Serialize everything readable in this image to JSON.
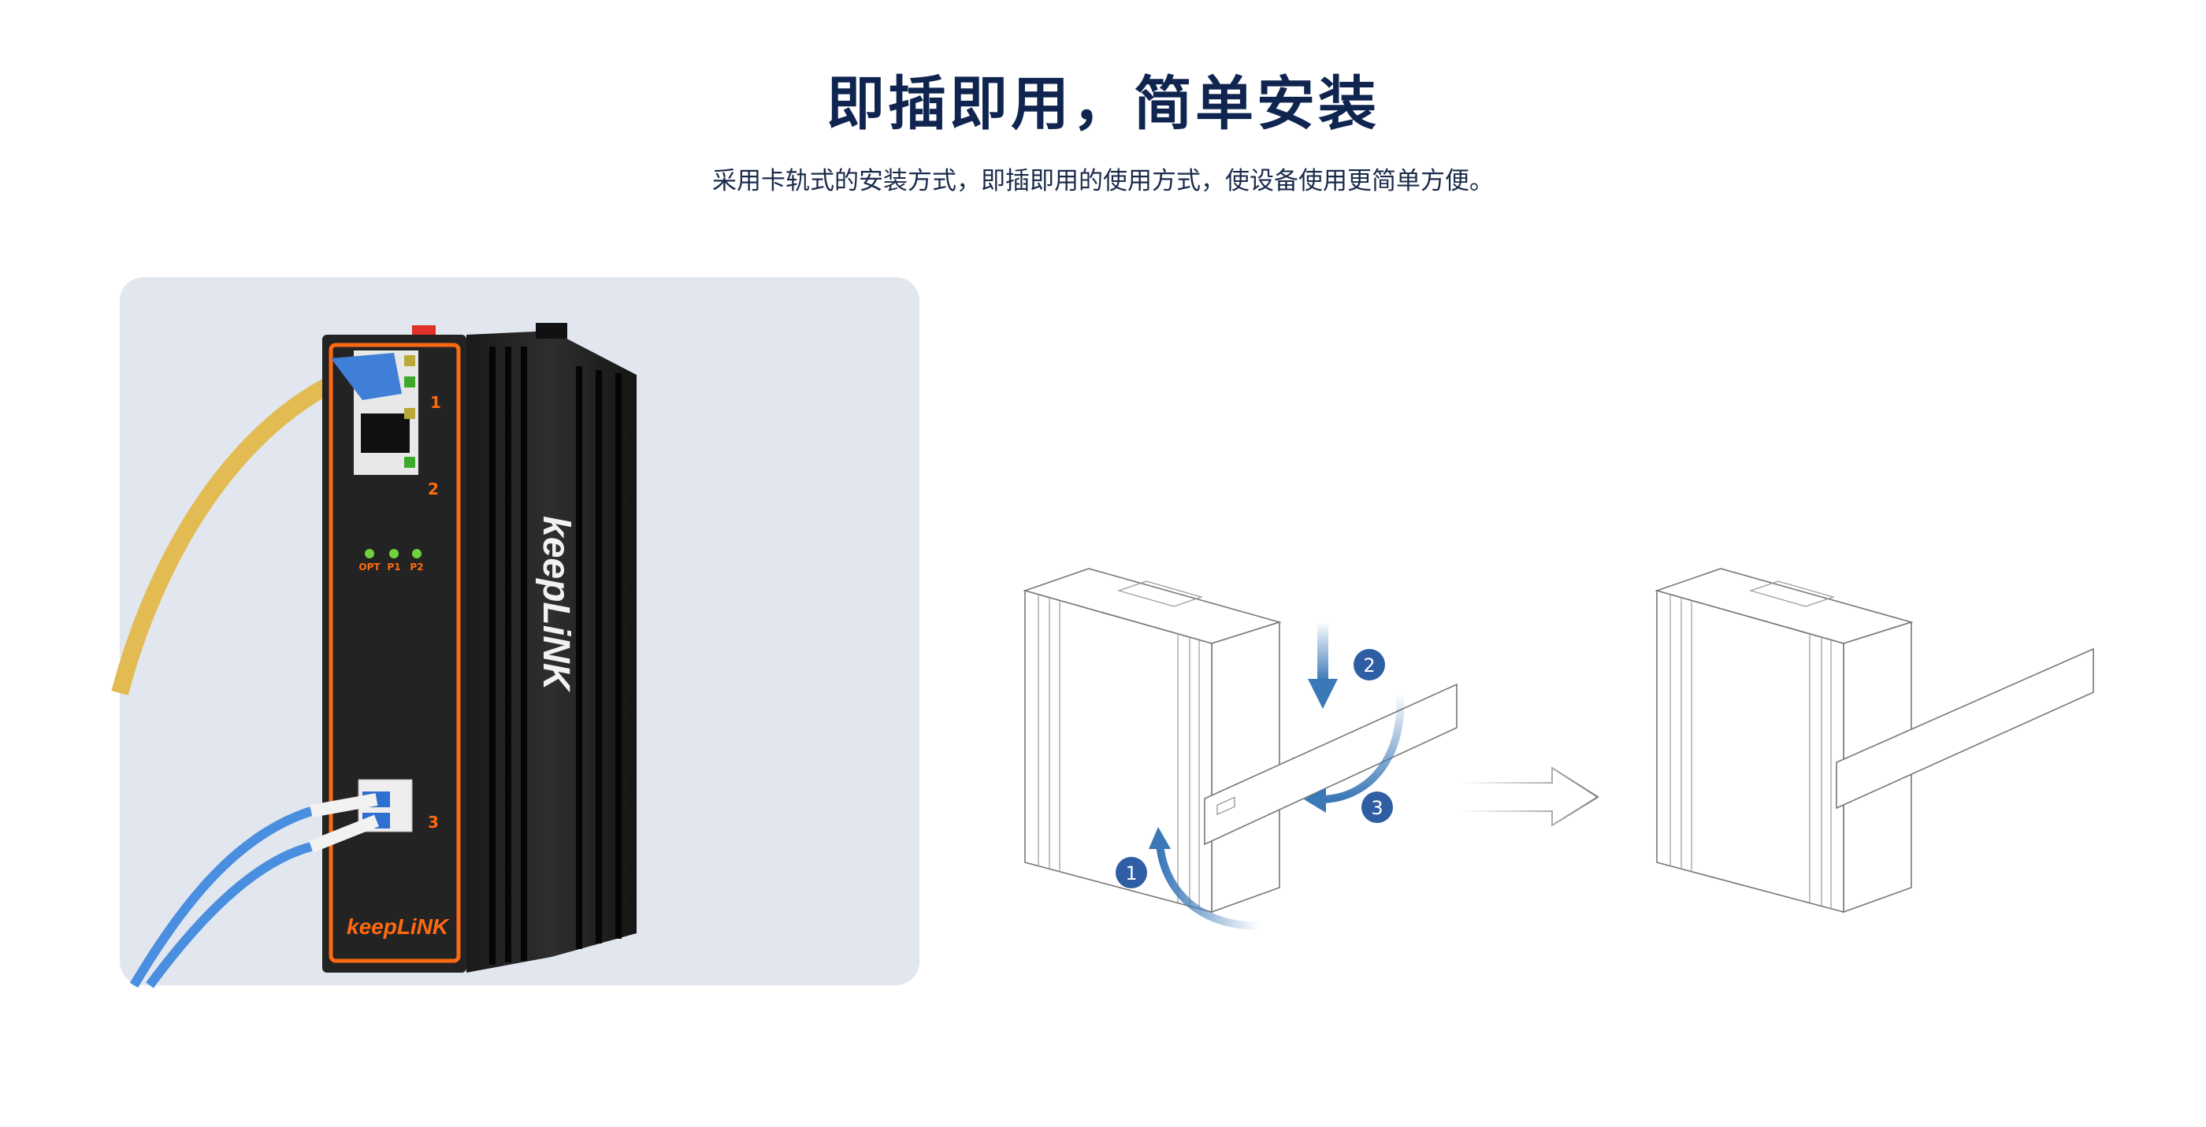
{
  "header": {
    "title": "即插即用，简单安装",
    "subtitle": "采用卡轨式的安装方式，即插即用的使用方式，使设备使用更简单方便。"
  },
  "product": {
    "brand_front": "keepLiNK",
    "brand_side": "keepLiNK",
    "port_labels": [
      "1",
      "2",
      "3"
    ],
    "led_labels": [
      "OPT",
      "P1",
      "P2"
    ]
  },
  "diagram": {
    "steps": [
      "1",
      "2",
      "3"
    ]
  },
  "colors": {
    "title": "#0f2550",
    "panel_bg": "#e1e6ef",
    "accent_orange": "#ff6a10",
    "step_blue": "#2f5ea5"
  }
}
